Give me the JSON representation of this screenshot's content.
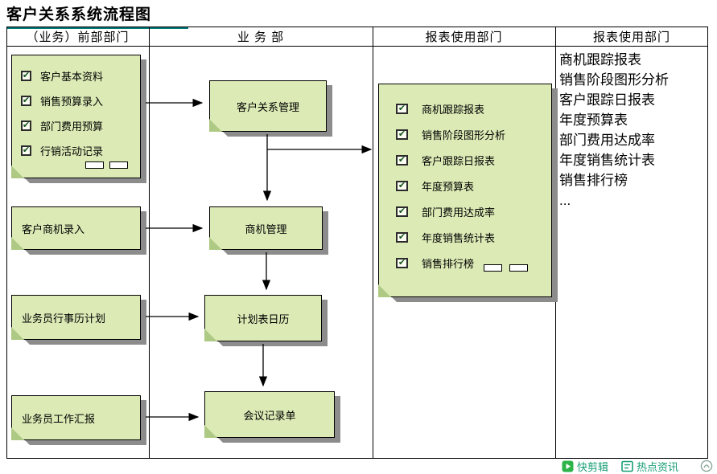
{
  "title": "客户关系系统流程图",
  "columns": {
    "c1": "（业务）前部部门",
    "c2": "业 务 部",
    "c3": "报表使用部门",
    "c4": "报表使用部门"
  },
  "front": {
    "checklist": [
      "客户基本资料",
      "销售预算录入",
      "部门费用预算",
      "行销活动记录"
    ],
    "box2": "客户商机录入",
    "box3": "业务员行事历计划",
    "box4": "业务员工作汇报"
  },
  "business": {
    "box1": "客户关系管理",
    "box2": "商机管理",
    "box3": "计划表日历",
    "box4": "会议记录单"
  },
  "report_doc": {
    "items": [
      "商机跟踪报表",
      "销售阶段图形分析",
      "客户跟踪日报表",
      "年度预算表",
      "部门费用达成率",
      "年度销售统计表",
      "销售排行榜"
    ]
  },
  "report_list": [
    "商机跟踪报表",
    "销售阶段图形分析",
    "客户跟踪日报表",
    "年度预算表",
    "部门费用达成率",
    "年度销售统计表",
    "销售排行榜",
    "..."
  ],
  "taskbar": {
    "quick_clip": "快剪辑",
    "hot_news": "热点资讯"
  },
  "colors": {
    "sheet_fill": "#dcebb6",
    "shadow": "#8c8c8c",
    "title_underline": "#007a7a",
    "taskbar_text": "#169e74"
  }
}
